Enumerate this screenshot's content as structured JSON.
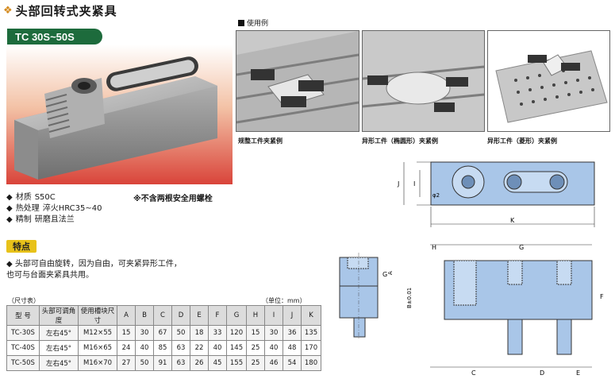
{
  "title": "头部回转式夹紧具",
  "model": "TC 30S~50S",
  "note": "※不含两根安全用螺栓",
  "specs": [
    {
      "label": "材质",
      "value": "S50C"
    },
    {
      "label": "热处理",
      "value": "淬火HRC35~40"
    },
    {
      "label": "精制",
      "value": "研磨且法兰"
    }
  ],
  "features_label": "特点",
  "features_line1": "头部可自由旋转，因为自由，可夹紧异形工件，",
  "features_line2": "也可与台面夹紧具共用。",
  "table_caption": "（尺寸表）",
  "unit_caption": "（单位：mm）",
  "table": {
    "headers": [
      "型 号",
      "头部可调角度",
      "使用槽块尺寸",
      "A",
      "B",
      "C",
      "D",
      "E",
      "F",
      "G",
      "H",
      "I",
      "J",
      "K"
    ],
    "rows": [
      [
        "TC-30S",
        "左右45°",
        "M12×55",
        "15",
        "30",
        "67",
        "50",
        "18",
        "33",
        "120",
        "15",
        "30",
        "36",
        "135"
      ],
      [
        "TC-40S",
        "左右45°",
        "M16×65",
        "24",
        "40",
        "85",
        "63",
        "22",
        "40",
        "145",
        "25",
        "40",
        "48",
        "170"
      ],
      [
        "TC-50S",
        "左右45°",
        "M16×70",
        "27",
        "50",
        "91",
        "63",
        "26",
        "45",
        "155",
        "25",
        "46",
        "54",
        "180"
      ]
    ]
  },
  "examples_label": "使用例",
  "examples": [
    {
      "caption": "规整工件夹紧例"
    },
    {
      "caption": "异形工件（椭圆形）夹紧例"
    },
    {
      "caption": "异形工件（菱形）夹紧例"
    }
  ],
  "drawing": {
    "dims_top": [
      "J",
      "I",
      "φ2",
      "K"
    ],
    "dims_bottom": [
      "H",
      "G",
      "A",
      "B±0.01",
      "F",
      "C",
      "D",
      "E"
    ],
    "gauge": "G"
  },
  "colors": {
    "badge": "#1d6b3c",
    "feature": "#e8c21a",
    "drawing_fill": "#a9c6e8",
    "photo_bg": "#d9443a"
  }
}
